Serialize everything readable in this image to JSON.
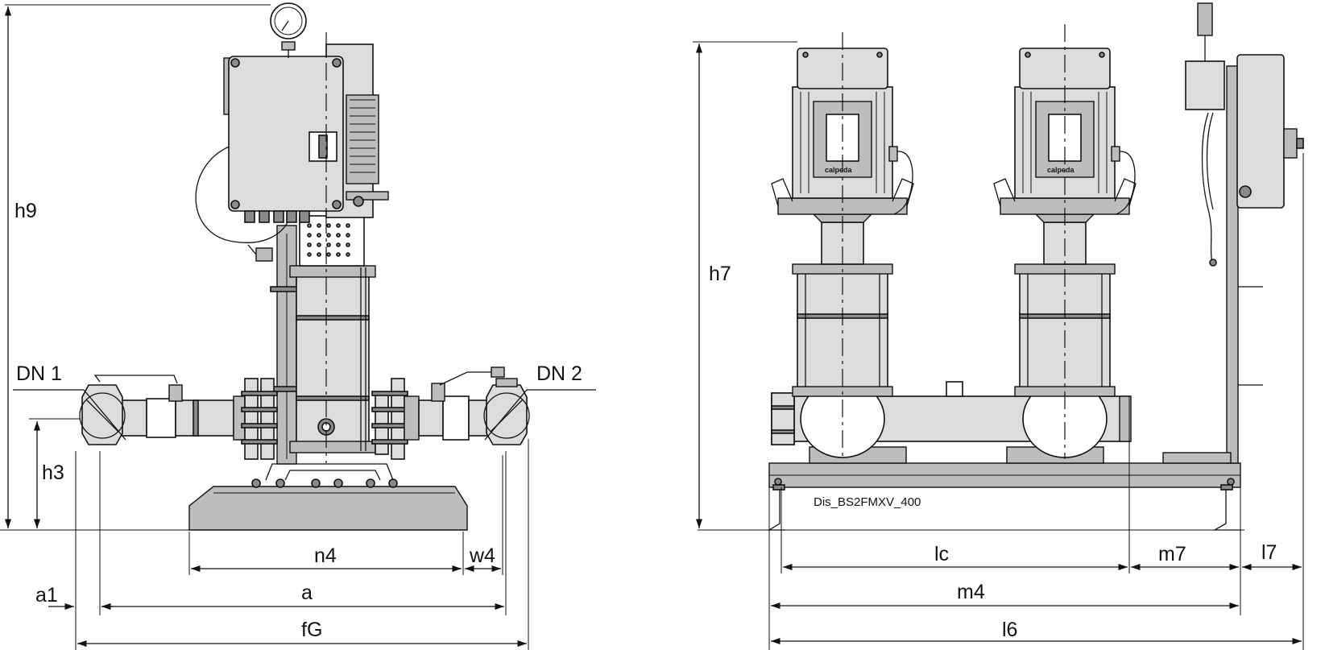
{
  "drawing_id": "Dis_BS2FMXV_400",
  "side_view": {
    "labels": {
      "h9": "h9",
      "h3": "h3",
      "dn1": "DN 1",
      "dn2": "DN 2",
      "n4": "n4",
      "w4": "w4",
      "a1": "a1",
      "a": "a",
      "fG": "fG"
    }
  },
  "front_view": {
    "labels": {
      "h7": "h7",
      "lc": "lc",
      "m7": "m7",
      "l7": "l7",
      "m4": "m4",
      "l6": "l6"
    },
    "motor_brand": "calpeda"
  }
}
